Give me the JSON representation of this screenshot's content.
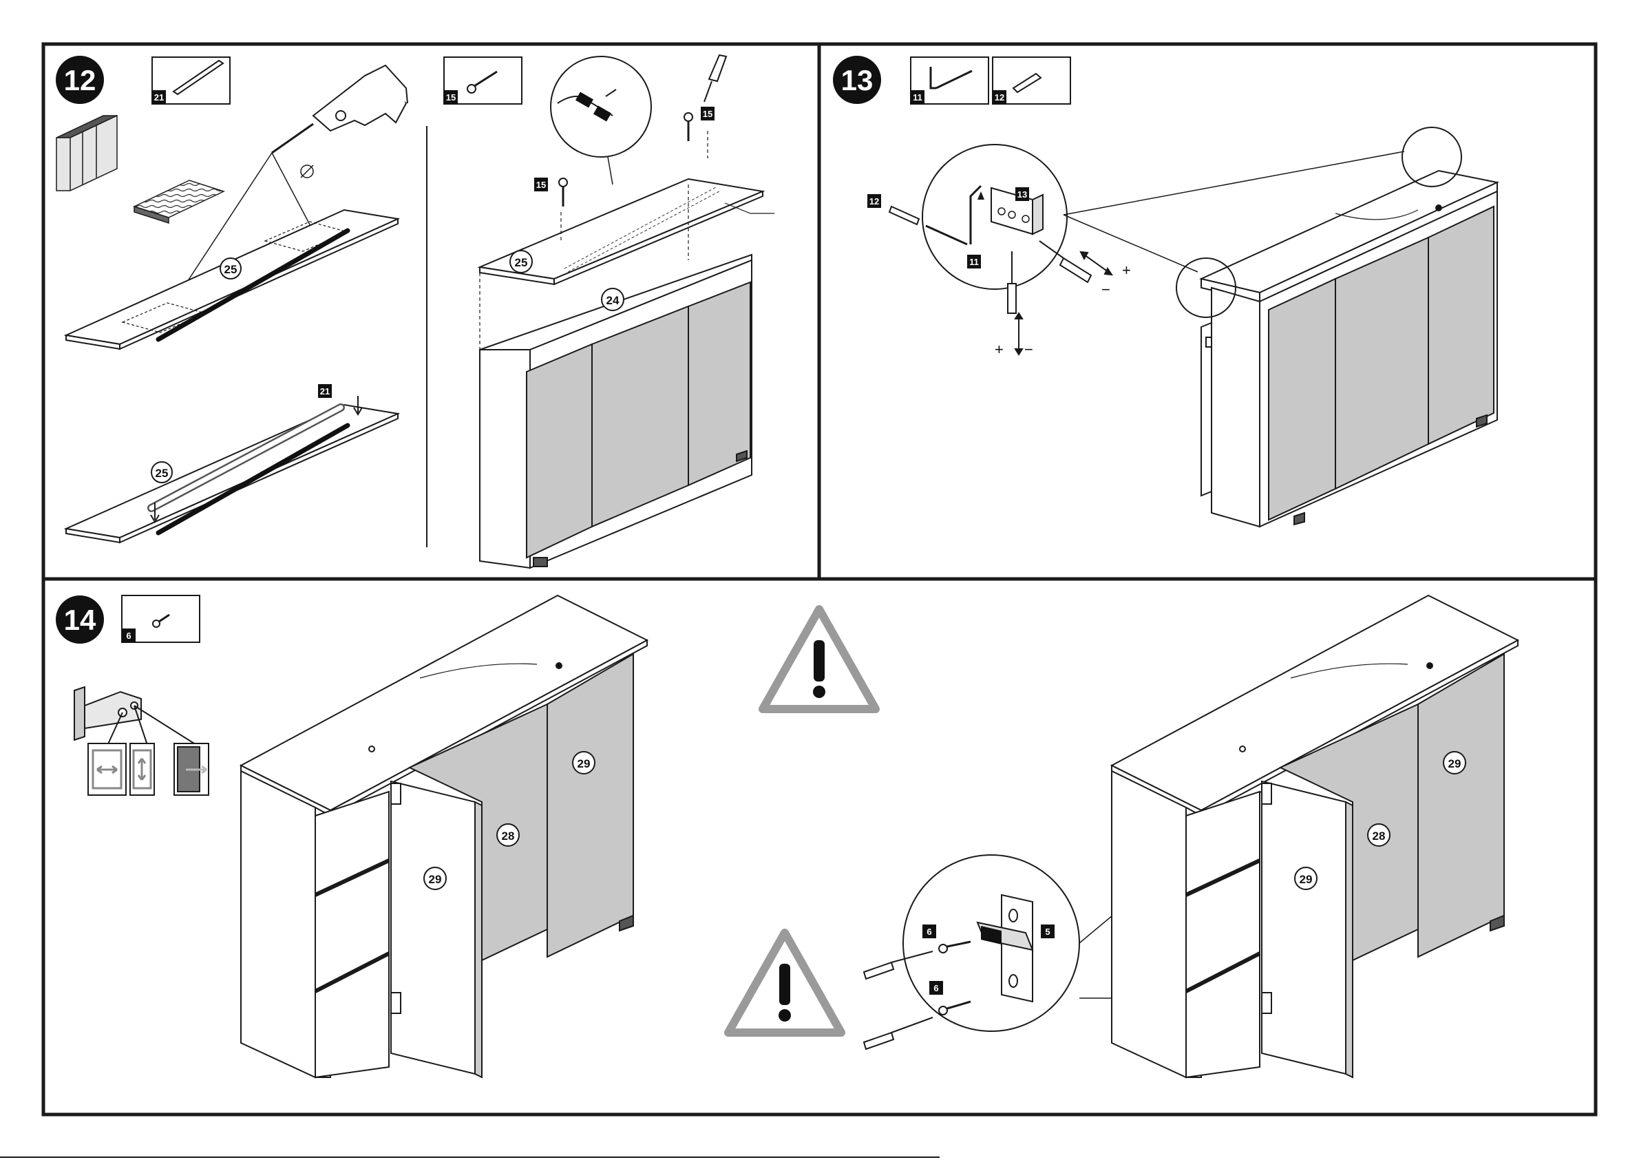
{
  "steps": [
    {
      "number": "12",
      "parts": [
        "21",
        "15"
      ]
    },
    {
      "number": "13",
      "parts": [
        "11",
        "12"
      ]
    },
    {
      "number": "14",
      "parts": [
        "6"
      ]
    }
  ],
  "part_labels": {
    "p21": "21",
    "p15": "15",
    "p11": "11",
    "p12": "12",
    "p13": "13",
    "p6": "6",
    "p5": "5"
  },
  "component_labels": {
    "c24": "24",
    "c25": "25",
    "c28": "28",
    "c29": "29"
  },
  "adjust_signs": {
    "plus": "+",
    "minus": "−"
  },
  "colors": {
    "line": "#1a1a1a",
    "glass": "#c8c8c8",
    "glass_dark": "#a9a9a9",
    "warning_gray": "#9a9a9a",
    "badge_black": "#111111"
  }
}
